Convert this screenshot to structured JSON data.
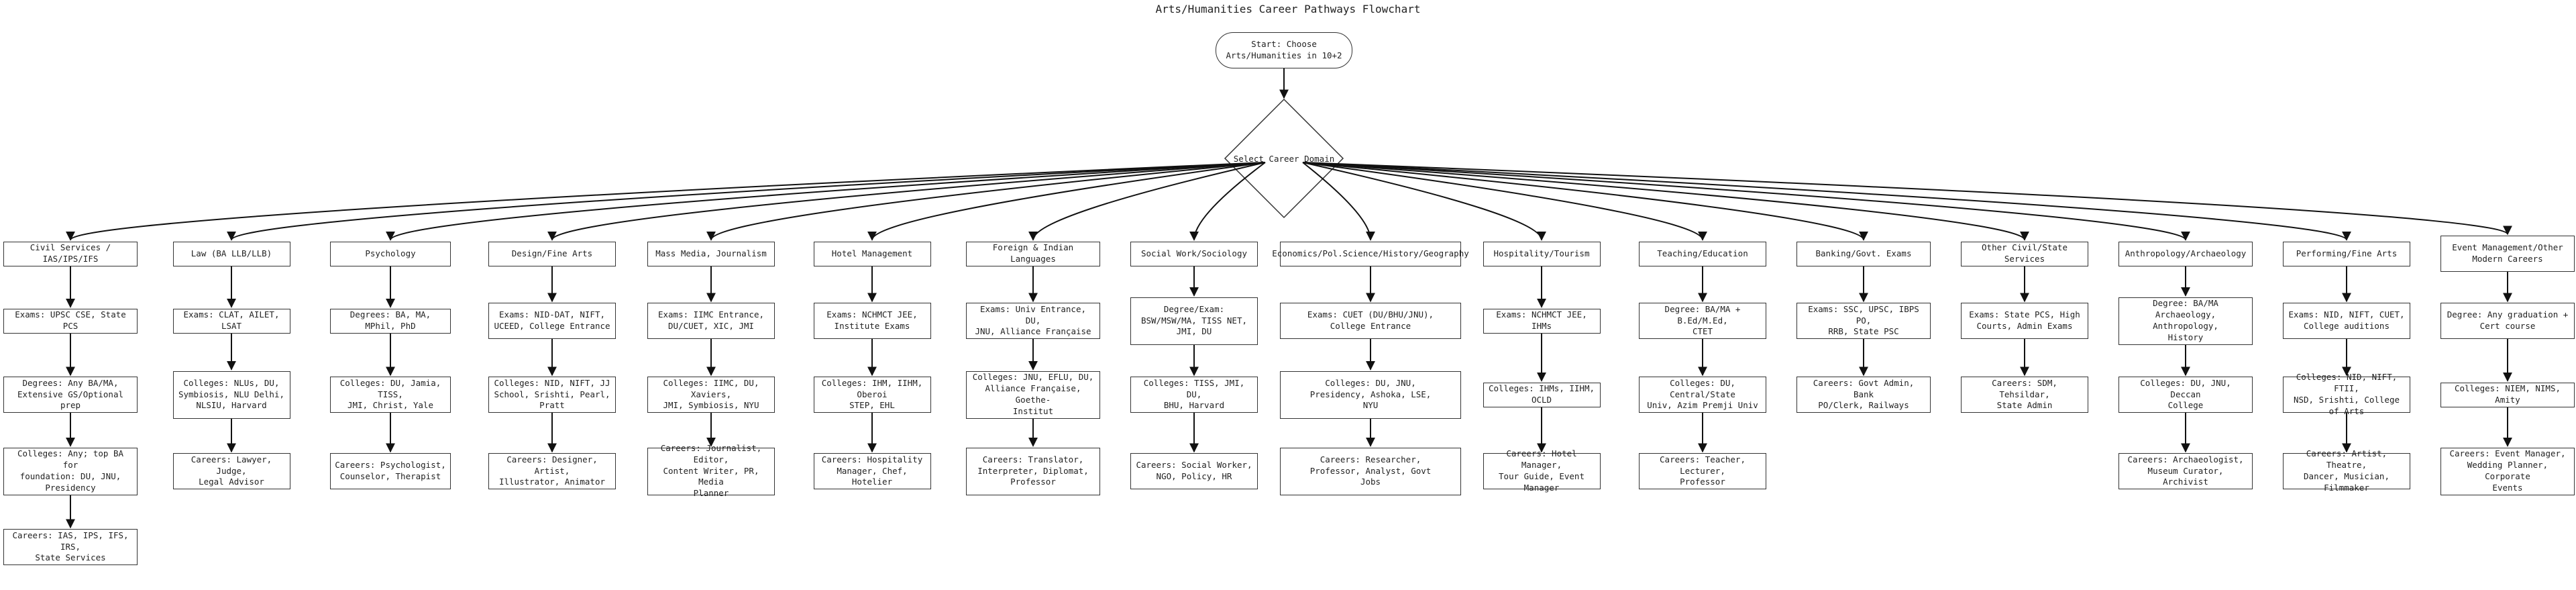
{
  "title": "Arts/Humanities Career Pathways Flowchart",
  "start": "Start: Choose\nArts/Humanities in 10+2",
  "decision": "Select Career Domain",
  "columns": [
    {
      "nodes": [
        "Civil Services / IAS/IPS/IFS",
        "Exams: UPSC CSE, State PCS",
        "Degrees: Any BA/MA,\nExtensive GS/Optional prep",
        "Colleges: Any; top BA for\nfoundation: DU, JNU,\nPresidency",
        "Careers: IAS, IPS, IFS, IRS,\nState Services"
      ]
    },
    {
      "nodes": [
        "Law (BA LLB/LLB)",
        "Exams: CLAT, AILET, LSAT",
        "Colleges: NLUs, DU,\nSymbiosis, NLU Delhi,\nNLSIU, Harvard",
        "Careers: Lawyer, Judge,\nLegal Advisor"
      ]
    },
    {
      "nodes": [
        "Psychology",
        "Degrees: BA, MA, MPhil, PhD",
        "Colleges: DU, Jamia, TISS,\nJMI, Christ, Yale",
        "Careers: Psychologist,\nCounselor, Therapist"
      ]
    },
    {
      "nodes": [
        "Design/Fine Arts",
        "Exams: NID-DAT, NIFT,\nUCEED, College Entrance",
        "Colleges: NID, NIFT, JJ\nSchool, Srishti, Pearl, Pratt",
        "Careers: Designer, Artist,\nIllustrator, Animator"
      ]
    },
    {
      "nodes": [
        "Mass Media, Journalism",
        "Exams: IIMC Entrance,\nDU/CUET, XIC, JMI",
        "Colleges: IIMC, DU, Xaviers,\nJMI, Symbiosis, NYU",
        "Careers: Journalist, Editor,\nContent Writer, PR, Media\nPlanner"
      ]
    },
    {
      "nodes": [
        "Hotel Management",
        "Exams: NCHMCT JEE,\nInstitute Exams",
        "Colleges: IHM, IIHM, Oberoi\nSTEP, EHL",
        "Careers: Hospitality\nManager, Chef, Hotelier"
      ]
    },
    {
      "nodes": [
        "Foreign & Indian Languages",
        "Exams: Univ Entrance, DU,\nJNU, Alliance Française",
        "Colleges: JNU, EFLU, DU,\nAlliance Française, Goethe-\nInstitut",
        "Careers: Translator,\nInterpreter, Diplomat,\nProfessor"
      ]
    },
    {
      "nodes": [
        "Social Work/Sociology",
        "Degree/Exam:\nBSW/MSW/MA, TISS NET,\nJMI, DU",
        "Colleges: TISS, JMI, DU,\nBHU, Harvard",
        "Careers: Social Worker,\nNGO, Policy, HR"
      ]
    },
    {
      "nodes": [
        "Economics/Pol.Science/History/Geography",
        "Exams: CUET (DU/BHU/JNU),\nCollege Entrance",
        "Colleges: DU, JNU,\nPresidency, Ashoka, LSE,\nNYU",
        "Careers: Researcher,\nProfessor, Analyst, Govt\nJobs"
      ]
    },
    {
      "nodes": [
        "Hospitality/Tourism",
        "Exams: NCHMCT JEE, IHMs",
        "Colleges: IHMs, IIHM, OCLD",
        "Careers: Hotel Manager,\nTour Guide, Event Manager"
      ]
    },
    {
      "nodes": [
        "Teaching/Education",
        "Degree: BA/MA + B.Ed/M.Ed,\nCTET",
        "Colleges: DU, Central/State\nUniv, Azim Premji Univ",
        "Careers: Teacher, Lecturer,\nProfessor"
      ]
    },
    {
      "nodes": [
        "Banking/Govt. Exams",
        "Exams: SSC, UPSC, IBPS PO,\nRRB, State PSC",
        "Careers: Govt Admin, Bank\nPO/Clerk, Railways"
      ]
    },
    {
      "nodes": [
        "Other Civil/State Services",
        "Exams: State PCS, High\nCourts, Admin Exams",
        "Careers: SDM, Tehsildar,\nState Admin"
      ]
    },
    {
      "nodes": [
        "Anthropology/Archaeology",
        "Degree: BA/MA\nArchaeology, Anthropology,\nHistory",
        "Colleges: DU, JNU, Deccan\nCollege",
        "Careers: Archaeologist,\nMuseum Curator, Archivist"
      ]
    },
    {
      "nodes": [
        "Performing/Fine Arts",
        "Exams: NID, NIFT, CUET,\nCollege auditions",
        "Colleges: NID, NIFT, FTII,\nNSD, Srishti, College of Arts",
        "Careers: Artist, Theatre,\nDancer, Musician, Filmmaker"
      ]
    },
    {
      "nodes": [
        "Event Management/Other\nModern Careers",
        "Degree: Any graduation +\nCert course",
        "Colleges: NIEM, NIMS, Amity",
        "Careers: Event Manager,\nWedding Planner, Corporate\nEvents"
      ]
    }
  ]
}
